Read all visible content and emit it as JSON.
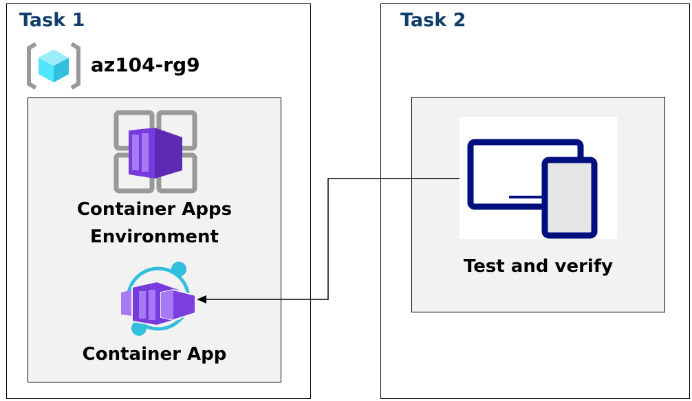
{
  "task1": {
    "title": "Task 1",
    "resource_group": {
      "name": "az104-rg9",
      "icon": "resource-group-icon"
    },
    "environment": {
      "label_line1": "Container Apps",
      "label_line2": "Environment",
      "icon": "container-apps-environment-icon"
    },
    "app": {
      "label": "Container App",
      "icon": "container-app-icon"
    }
  },
  "task2": {
    "title": "Task 2",
    "test": {
      "label": "Test and verify",
      "icon": "devices-icon"
    }
  },
  "colors": {
    "title": "#123e6b",
    "panel": "#f2f2f2",
    "purple": "#773adc",
    "cyan": "#32bedd",
    "navy": "#000f7e"
  }
}
